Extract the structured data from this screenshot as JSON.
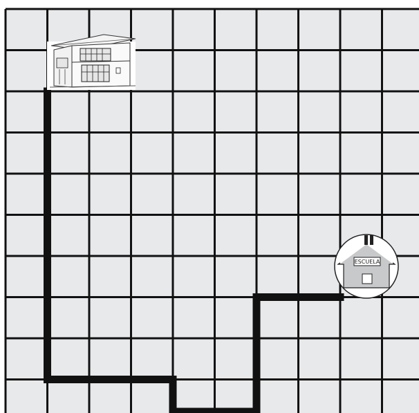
{
  "grid": {
    "rows": 10,
    "cols": 10,
    "cell_fill": "#e8e9eb",
    "line_color": "#111111"
  },
  "home": {
    "icon": "house-icon",
    "col": 1,
    "row": 1
  },
  "school": {
    "icon": "school-icon",
    "label": "ESCUELA",
    "col": 8,
    "row": 6,
    "fill": "#c8c9cb"
  },
  "route": {
    "color": "#111111",
    "points": [
      [
        1,
        2
      ],
      [
        1,
        9
      ],
      [
        4,
        9
      ],
      [
        4,
        10
      ],
      [
        6,
        10
      ],
      [
        6,
        7
      ],
      [
        8,
        7
      ]
    ]
  }
}
